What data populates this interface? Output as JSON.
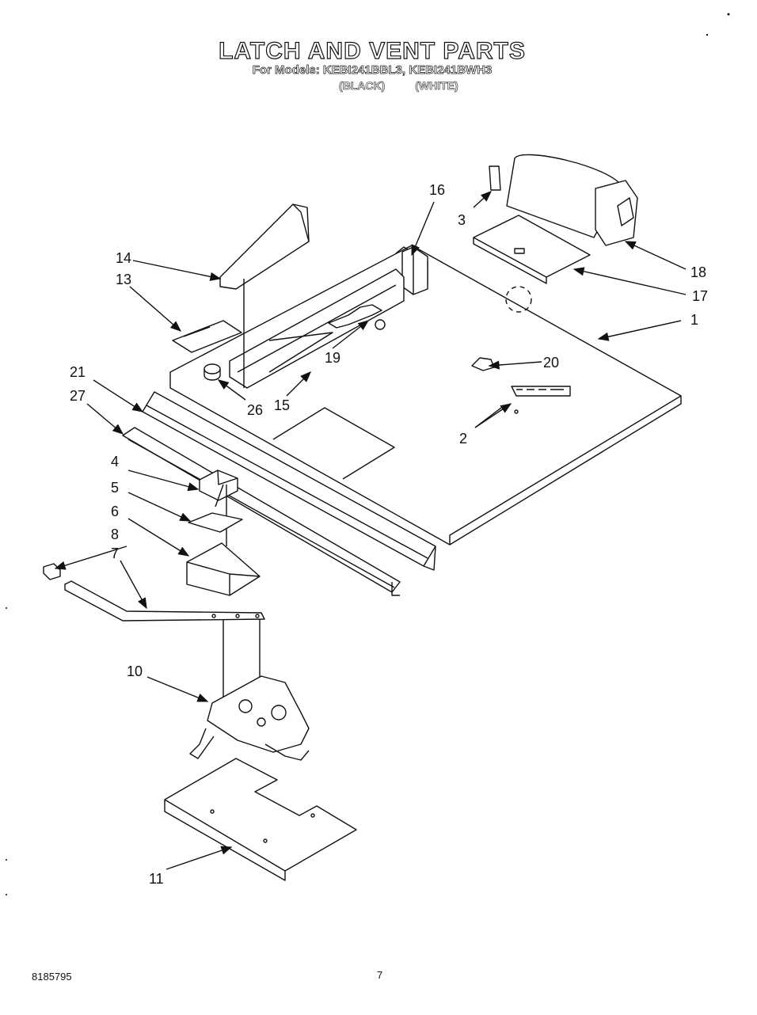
{
  "header": {
    "title": "LATCH AND VENT PARTS",
    "models": "For Models: KEBI241BBL3, KEBI241BWH3",
    "color_black": "(BLACK)",
    "color_white": "(WHITE)"
  },
  "callouts": {
    "c1": "1",
    "c2": "2",
    "c3": "3",
    "c4": "4",
    "c5": "5",
    "c6": "6",
    "c7": "7",
    "c8": "8",
    "c10": "10",
    "c11": "11",
    "c13": "13",
    "c14": "14",
    "c15": "15",
    "c16": "16",
    "c17": "17",
    "c18": "18",
    "c19": "19",
    "c20": "20",
    "c21": "21",
    "c26": "26",
    "c27": "27"
  },
  "footer": {
    "doc_number": "8185795",
    "page_number": "7"
  }
}
